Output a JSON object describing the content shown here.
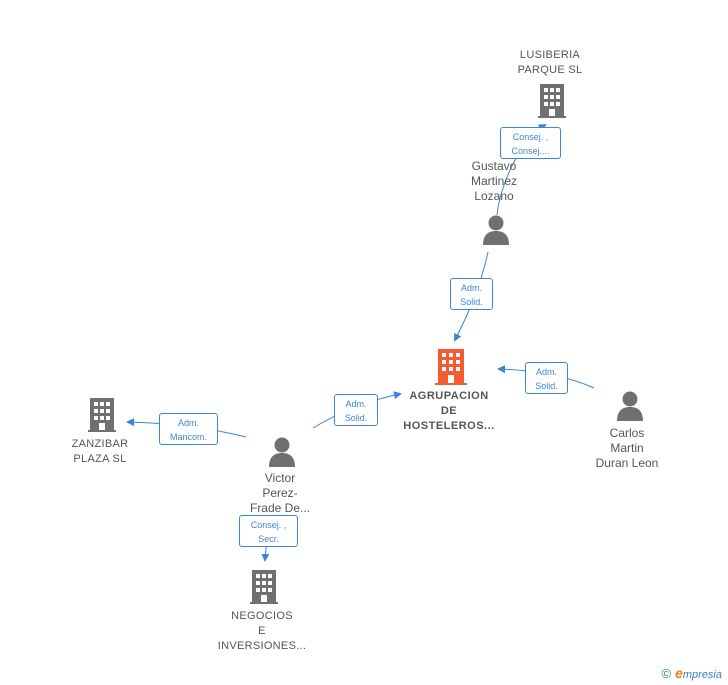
{
  "colors": {
    "edge": "#3d85d6",
    "node_icon": "#707070",
    "main_icon": "#f25c2e"
  },
  "nodes": {
    "lusiberia": {
      "label": "LUSIBERIA\nPARQUE  SL",
      "icon": "building-icon"
    },
    "gustavo": {
      "label": "Gustavo\nMartinez\nLozano",
      "icon": "person-icon"
    },
    "agrupacion": {
      "label": "AGRUPACION\nDE\nHOSTELEROS...",
      "icon": "building-icon"
    },
    "carlos": {
      "label": "Carlos\nMartin\nDuran Leon",
      "icon": "person-icon"
    },
    "victor": {
      "label": "Victor\nPerez-\nFrade De...",
      "icon": "person-icon"
    },
    "zanzibar": {
      "label": "ZANZIBAR\nPLAZA  SL",
      "icon": "building-icon"
    },
    "negocios": {
      "label": "NEGOCIOS\nE\nINVERSIONES...",
      "icon": "building-icon"
    }
  },
  "edges": {
    "gustavo_lusiberia": "Consej. ,\nConsej....",
    "gustavo_agrupacion": "Adm.\nSolid.",
    "carlos_agrupacion": "Adm.\nSolid.",
    "victor_agrupacion": "Adm.\nSolid.",
    "victor_zanzibar": "Adm.\nMancom.",
    "victor_negocios": "Consej. ,\nSecr."
  },
  "footer": {
    "copyright": "©",
    "brand_initial": "e",
    "brand_rest": "mpresia"
  }
}
